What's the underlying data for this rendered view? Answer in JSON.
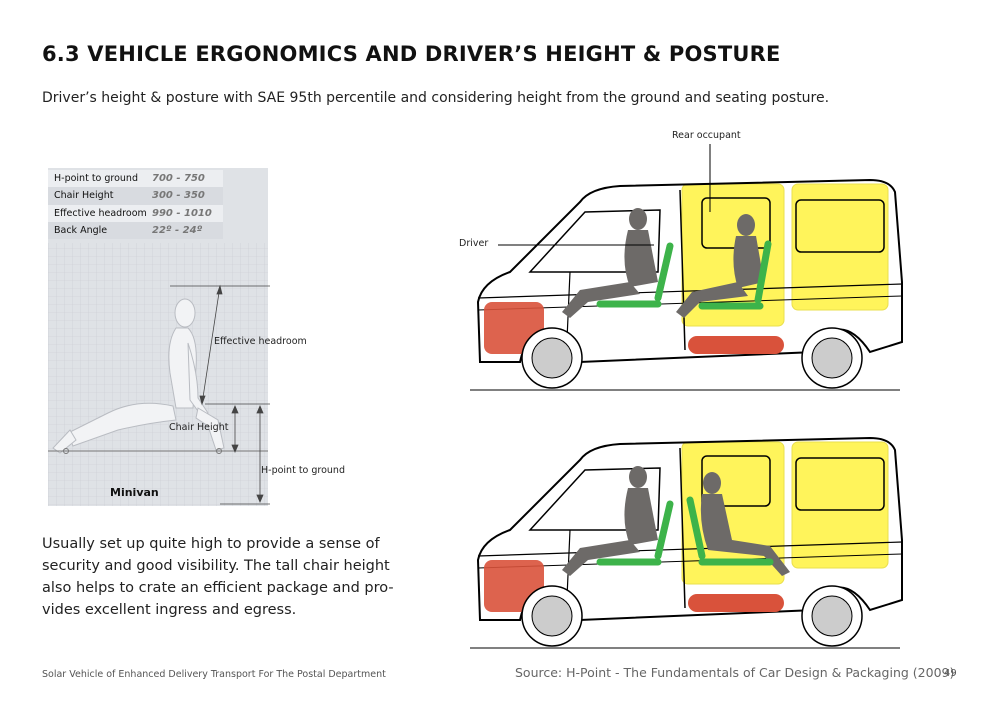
{
  "header": {
    "title": "6.3 VEHICLE ERGONOMICS AND DRIVER’S HEIGHT & POSTURE",
    "subtitle": "Driver’s height & posture with SAE 95th percentile and considering height from the ground and seating posture."
  },
  "ergonomics": {
    "specs": [
      {
        "label": "H-point to ground",
        "value": "700 - 750"
      },
      {
        "label": "Chair Height",
        "value": "300 - 350"
      },
      {
        "label": "Effective headroom",
        "value": "990 - 1010"
      },
      {
        "label": "Back Angle",
        "value": "22º - 24º"
      }
    ],
    "annotations": {
      "effective_headroom": "Effective headroom",
      "chair_height": "Chair Height",
      "h_point": "H-point to ground"
    },
    "vehicle": "Minivan"
  },
  "body_text": "Usually set up quite high to provide a sense of security and good visibility. The tall chair height also helps to crate an efficient package and pro-vides excellent ingress and egress.",
  "van_labels": {
    "rear_occupant": "Rear occupant",
    "driver": "Driver"
  },
  "colors": {
    "seat_green": "#3db34a",
    "occupant_yellow": "#fff34a",
    "engine_red": "#d9523b",
    "figure_grey": "#6d6a68"
  },
  "footer": {
    "left": "Solar Vehicle of Enhanced Delivery Transport For The Postal Department",
    "source": "Source: H-Point - The Fundamentals of Car Design & Packaging (2009)",
    "page": "49"
  }
}
